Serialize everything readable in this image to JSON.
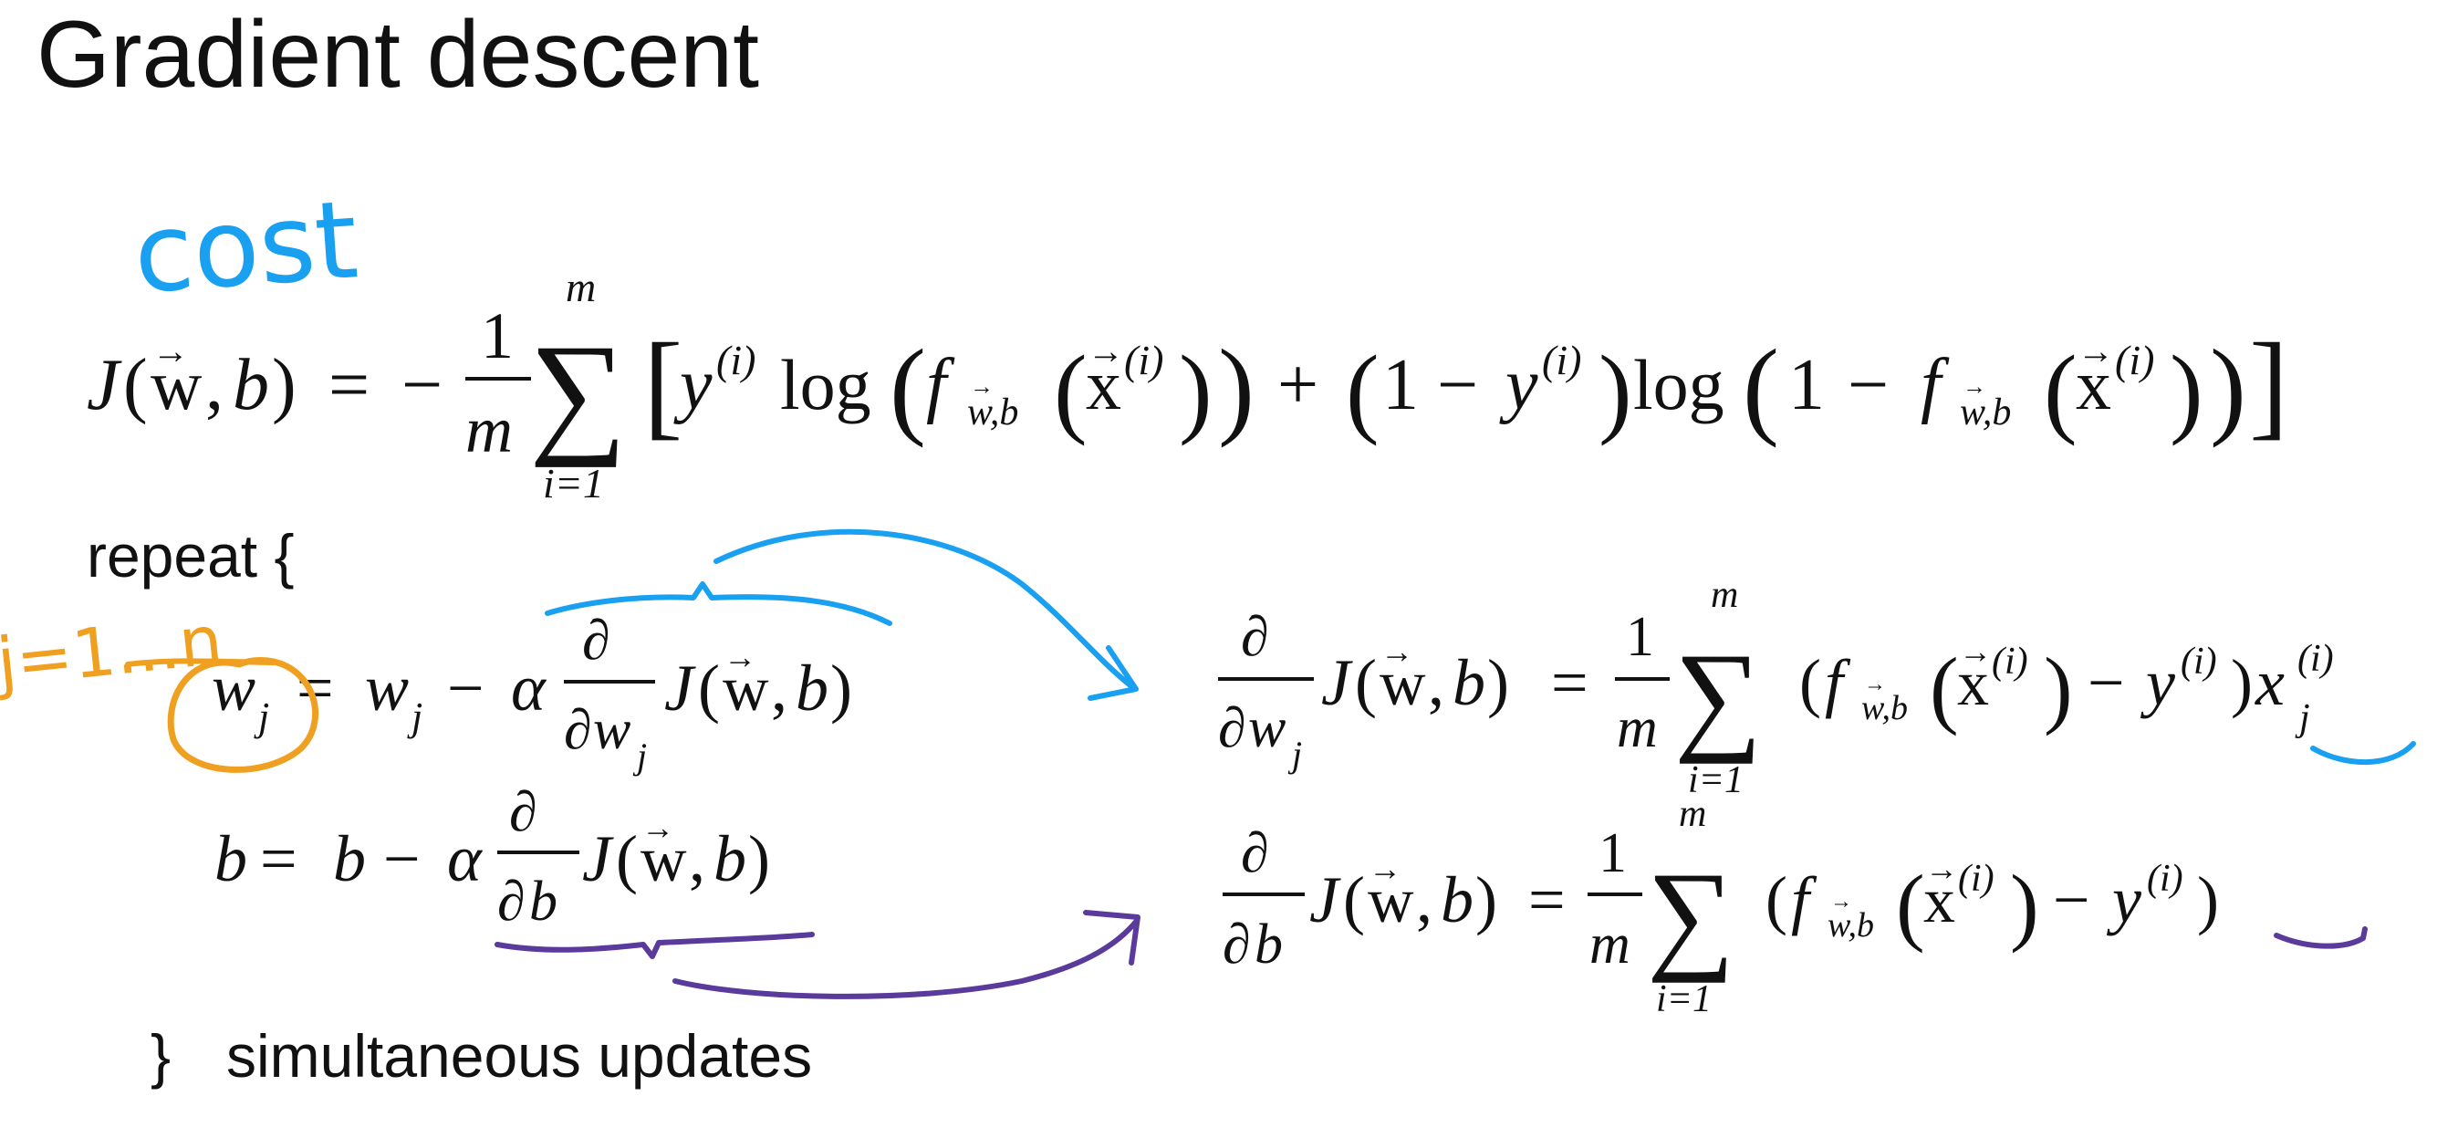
{
  "slide": {
    "title": "Gradient descent",
    "cost_label": "cost",
    "repeat_label": "repeat {",
    "close_label": "}",
    "footer_label": "simultaneous updates",
    "index_note": "j=1...n"
  },
  "symbols": {
    "J": "J",
    "w_vec": "w",
    "x_vec": "x",
    "b": "b",
    "y": "y",
    "f": "f",
    "w": "w",
    "x": "x",
    "m": "m",
    "one": "1",
    "i_eq_1": "i=1",
    "sup_i": "(i)",
    "sub_wb": "w,b",
    "sub_j": "j",
    "alpha": "α",
    "partial": "∂",
    "sigma": "∑",
    "log": "log",
    "eq": "=",
    "minus": "−",
    "plus": "+",
    "comma": ",",
    "lparen": "(",
    "rparen": ")",
    "lbracket": "[",
    "rbracket": "]",
    "arrow": "→"
  },
  "colors": {
    "J": "#1b8fe0",
    "y": "#b8261c",
    "f": "#ee6fe6",
    "x_j": "#f0a020",
    "blue_ink": "#1aa0f0",
    "purple_ink": "#5a3a9a",
    "orange_ink": "#f0a020",
    "text": "#111111"
  }
}
